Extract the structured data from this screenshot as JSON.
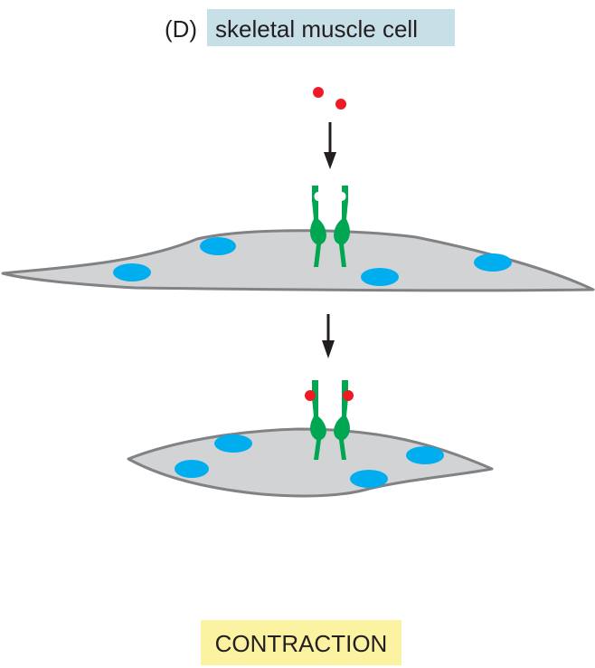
{
  "panel": {
    "label": "(D)",
    "title": "skeletal muscle cell"
  },
  "outcome": {
    "label": "CONTRACTION"
  },
  "colors": {
    "cell_fill": "#d1d3d4",
    "cell_outline": "#808285",
    "nucleus": "#00aeef",
    "receptor": "#00a651",
    "ligand": "#ed1c24",
    "arrow": "#231f20",
    "title_box": "#c7dfe7",
    "outcome_box": "#fbf3a2"
  }
}
